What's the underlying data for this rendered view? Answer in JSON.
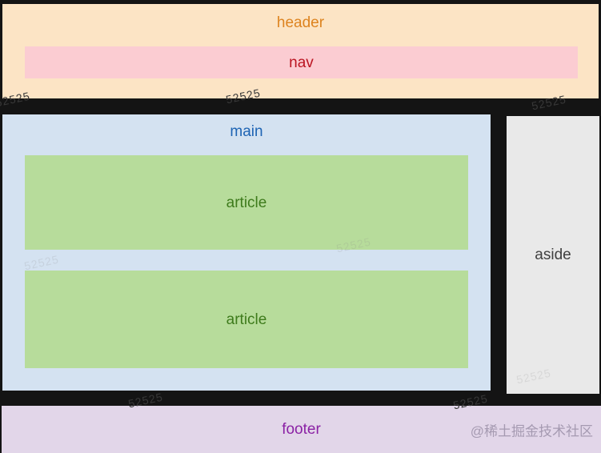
{
  "page": {
    "canvas_bg": "#141414",
    "description": "HTML5 semantic layout diagram"
  },
  "sections": {
    "header": {
      "label": "header",
      "bg": "#fce4c5",
      "text_color": "#dd831f"
    },
    "nav": {
      "label": "nav",
      "bg": "#fbccd2",
      "text_color": "#bb1522"
    },
    "main": {
      "label": "main",
      "bg": "#d4e2f1",
      "text_color": "#1e64b4"
    },
    "articles": [
      {
        "label": "article"
      },
      {
        "label": "article"
      }
    ],
    "article_colors": {
      "bg": "#b7dc9b",
      "text_color": "#3e7b1c"
    },
    "aside": {
      "label": "aside",
      "bg": "#e9e9e9",
      "text_color": "#3f3f3f"
    },
    "footer": {
      "label": "footer",
      "bg": "#e2d6e9",
      "text_color": "#8b22a5"
    }
  },
  "watermarks": {
    "credit": "@稀土掘金技术社区",
    "credit_color": "#a59ab1",
    "tile_text": "52525"
  }
}
